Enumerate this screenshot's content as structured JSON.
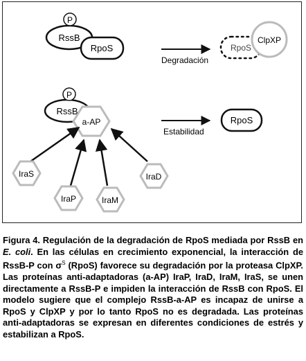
{
  "diagram": {
    "labels": {
      "phosphate": "P",
      "rssb": "RssB",
      "rpos": "RpoS",
      "clpxp": "ClpXP",
      "rpos_degraded": "RpoS",
      "anti_adaptor": "a-AP",
      "rpos_stable": "RpoS",
      "irad": "IraD",
      "iras": "IraS",
      "irap": "IraP",
      "iram": "IraM"
    },
    "arrows": {
      "degradation": "Degradación",
      "stability": "Estabilidad"
    }
  },
  "caption": {
    "label": "Figura 4. Regulación de la degradación de RpoS mediada por RssB en ",
    "species": "E. coli",
    "text_1": ". En las células en crecimiento exponencial, la interacción de RssB-P con σ",
    "sigma_sup": "S",
    "text_2": " (RpoS) favorece su degradación por la proteasa ClpXP. Las proteínas anti-adaptadoras (a-AP) IraP, IraD, IraM, IraS, se unen directamente a RssB-P e impiden la interacción de RssB con RpoS. El modelo sugiere que el complejo RssB-a-AP es incapaz de unirse a RpoS y ClpXP y por lo tanto RpoS no es degradada. Las proteínas anti-adaptadoras se expresan en diferentes condiciones de estrés y estabilizan a RpoS."
  }
}
